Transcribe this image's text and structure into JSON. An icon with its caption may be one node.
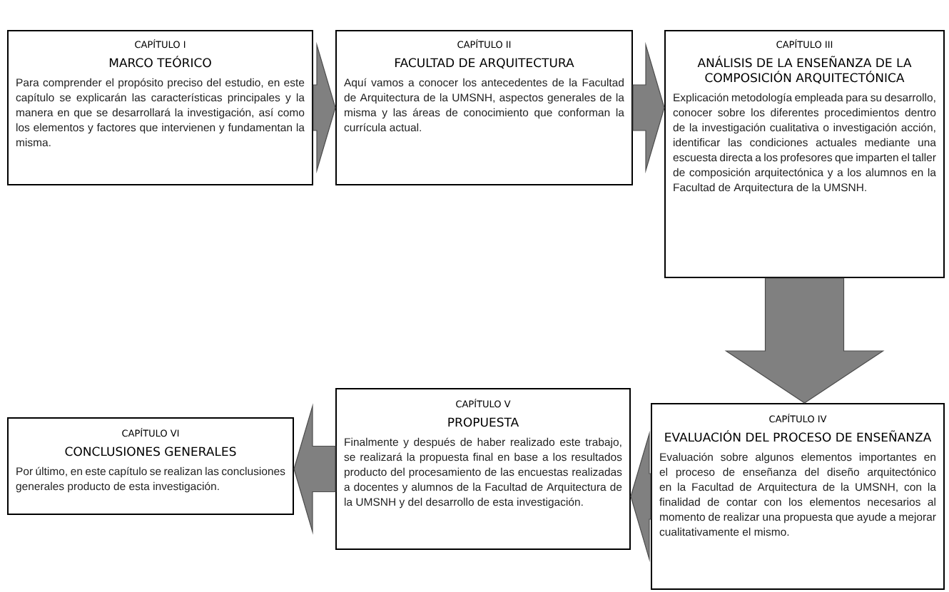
{
  "diagram": {
    "nodes": [
      {
        "text": [
          "CAPÍTULO I",
          "MARCO TEÓRICO",
          "Para comprender el propósito preciso del estudio, en este capítulo se explicarán las características principales y la manera en que se desarrollará la investigación, así como los elementos y factores que intervienen y fundamentan la misma."
        ]
      },
      {
        "text": [
          "CAPÍTULO II",
          "FACULTAD DE ARQUITECTURA",
          "Aquí vamos a conocer los antecedentes de la Facultad de Arquitectura de la UMSNH, aspectos generales de la misma y las áreas de conocimiento que conforman la currícula actual."
        ]
      },
      {
        "text": [
          "CAPÍTULO III",
          "ANÁLISIS DE LA ENSEÑANZA DE LA COMPOSICIÓN ARQUITECTÓNICA",
          "Explicación metodología empleada para su desarrollo, conocer sobre los diferentes procedimientos dentro de la investigación cualitativa o investigación acción, identificar las condiciones actuales mediante una escuesta directa a los profesores que imparten el taller de composición arquitectónica y a los alumnos en la Facultad de Arquitectura de la UMSNH."
        ]
      },
      {
        "text": [
          "CAPÍTULO IV",
          "EVALUACIÓN DEL PROCESO DE ENSEÑANZA",
          "Evaluación sobre algunos elementos importantes en el proceso de enseñanza del diseño arquitectónico en la Facultad de Arquitectura de la UMSNH, con la finalidad de contar con los elementos necesarios al momento de realizar una propuesta que ayude a mejorar cualitativamente el mismo."
        ]
      },
      {
        "text": [
          "CAPÍTULO V",
          "PROPUESTA",
          "Finalmente y después de haber realizado este trabajo, se realizará la propuesta final en base a los resultados producto del procesamiento de las encuestas realizadas a docentes y alumnos de la Facultad de Arquitectura de la UMSNH y del desarrollo de esta investigación."
        ]
      },
      {
        "text": [
          "CAPÍTULO VI",
          "CONCLUSIONES GENERALES",
          "Por último, en este capítulo se realizan las conclusiones generales producto de esta investigación."
        ]
      }
    ],
    "edges": [
      {
        "from": 0,
        "to": 1,
        "arrow": "to"
      },
      {
        "from": 1,
        "to": 2,
        "arrow": "to"
      },
      {
        "from": 2,
        "to": 3,
        "arrow": "to"
      },
      {
        "from": 3,
        "to": 4,
        "arrow": "to"
      },
      {
        "from": 4,
        "to": 5,
        "arrow": "to"
      }
    ]
  }
}
